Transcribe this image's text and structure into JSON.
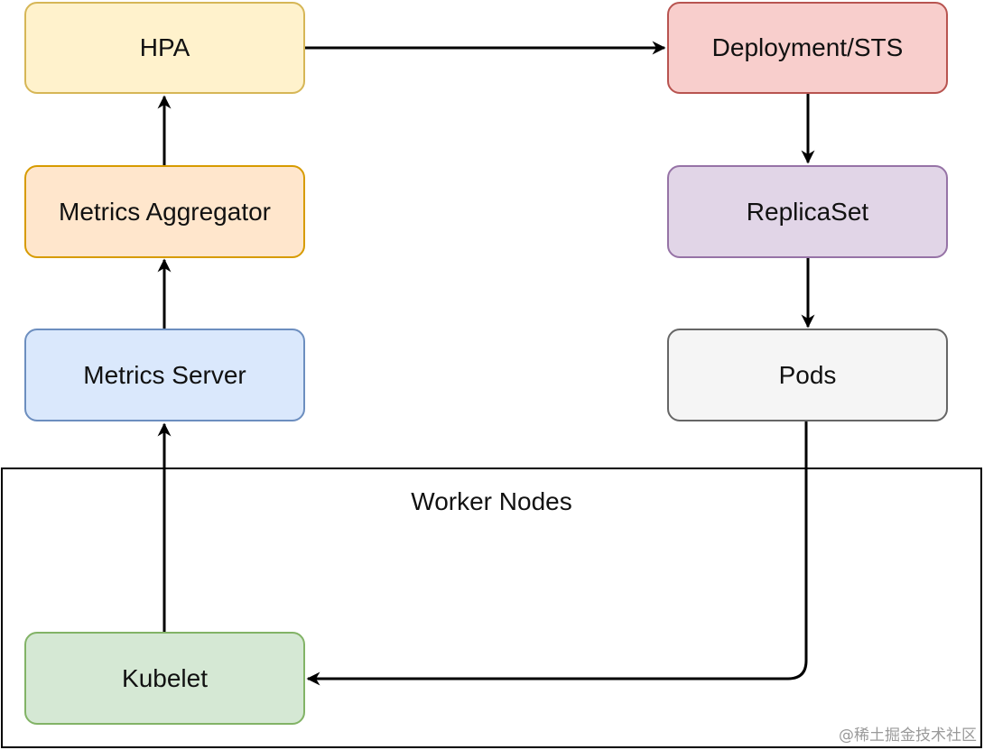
{
  "diagram": {
    "container": {
      "label": "Worker Nodes"
    },
    "nodes": {
      "hpa": {
        "label": "HPA",
        "fill": "#fff2cc",
        "stroke": "#d6b656"
      },
      "deployment": {
        "label": "Deployment/STS",
        "fill": "#f8cecc",
        "stroke": "#b85450"
      },
      "metrics_aggregator": {
        "label": "Metrics Aggregator",
        "fill": "#ffe6cc",
        "stroke": "#d79b00"
      },
      "replicaset": {
        "label": "ReplicaSet",
        "fill": "#e1d5e7",
        "stroke": "#9673a6"
      },
      "metrics_server": {
        "label": "Metrics Server",
        "fill": "#dae8fc",
        "stroke": "#6c8ebf"
      },
      "pods": {
        "label": "Pods",
        "fill": "#f5f5f5",
        "stroke": "#666666"
      },
      "kubelet": {
        "label": "Kubelet",
        "fill": "#d5e8d4",
        "stroke": "#82b366"
      }
    },
    "edges": [
      {
        "from": "kubelet",
        "to": "metrics_server"
      },
      {
        "from": "metrics_server",
        "to": "metrics_aggregator"
      },
      {
        "from": "metrics_aggregator",
        "to": "hpa"
      },
      {
        "from": "hpa",
        "to": "deployment"
      },
      {
        "from": "deployment",
        "to": "replicaset"
      },
      {
        "from": "replicaset",
        "to": "pods"
      },
      {
        "from": "pods",
        "to": "kubelet"
      }
    ]
  },
  "watermark": "@稀土掘金技术社区"
}
